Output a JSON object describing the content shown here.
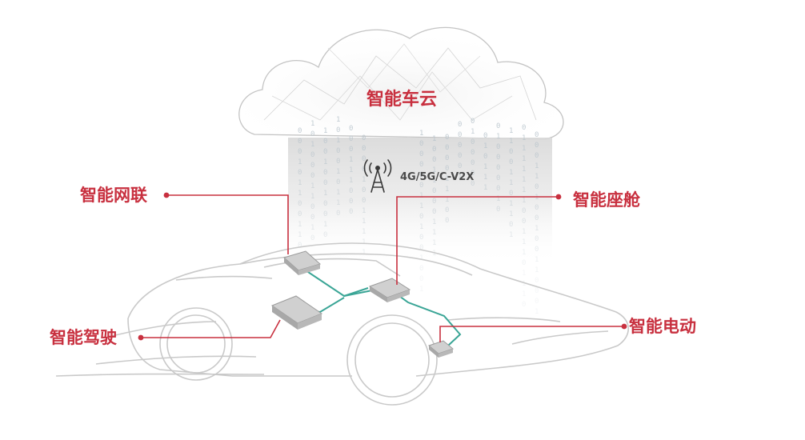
{
  "labels": {
    "cloud": "智能车云",
    "network": "智能网联",
    "cockpit": "智能座舱",
    "driving": "智能驾驶",
    "electric": "智能电动",
    "communication": "4G/5G/C-V2X"
  },
  "icons": {
    "antenna": "antenna-tower-icon"
  },
  "colors": {
    "accent": "#c8303f",
    "connection": "#3aa596",
    "outline": "#c9c9c9",
    "module": "#bdbdbd",
    "binary_text": "#b8c4cc"
  }
}
